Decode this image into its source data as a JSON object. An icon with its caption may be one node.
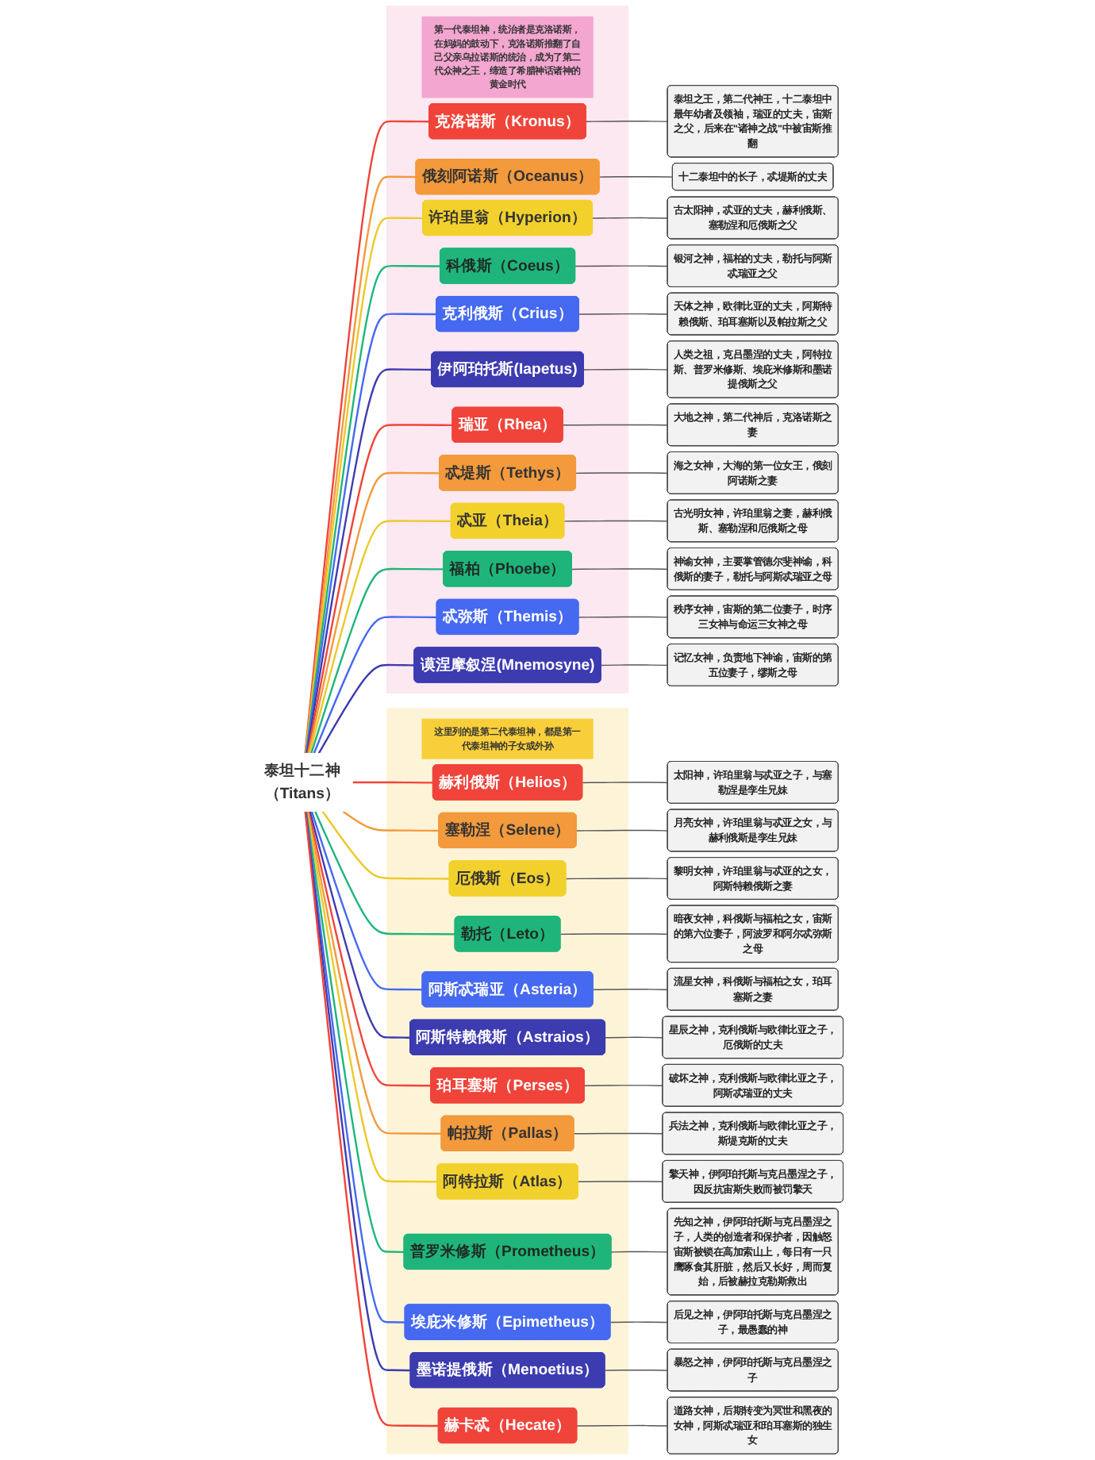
{
  "diagram": {
    "nodes": [
      {
        "text": [
          "泰坦十二神（Titans）"
        ]
      },
      {
        "text": [],
        "shape": "box"
      },
      {
        "text": [
          "第一代泰坦神，统治者是克洛诺斯，在妈妈的鼓动下，克洛诺斯推翻了自己父亲乌拉诺斯的统治，成为了第二代众神之王，缔造了希腊神话诸神的黄金时代"
        ],
        "in": 1
      },
      {
        "text": [
          "克洛诺斯（Kronus）"
        ],
        "in": 1
      },
      {
        "text": [
          "泰坦之王，第二代神王，十二泰坦中最年幼者及领袖，瑞亚的丈夫，宙斯之父，后来在\"诸神之战\"中被宙斯推翻"
        ]
      },
      {
        "text": [
          "俄刻阿诺斯（Oceanus）"
        ],
        "in": 1
      },
      {
        "text": [
          "十二泰坦中的长子，忒堤斯的丈夫"
        ]
      },
      {
        "text": [
          "许珀里翁（Hyperion）"
        ],
        "in": 1
      },
      {
        "text": [
          "古太阳神，忒亚的丈夫，赫利俄斯、塞勒涅和厄俄斯之父"
        ]
      },
      {
        "text": [
          "科俄斯（Coeus）"
        ],
        "in": 1
      },
      {
        "text": [
          "银河之神，福柏的丈夫，勒托与阿斯忒瑞亚之父"
        ]
      },
      {
        "text": [
          "克利俄斯（Crius）"
        ],
        "in": 1
      },
      {
        "text": [
          "天体之神，欧律比亚的丈夫，阿斯特赖俄斯、珀耳塞斯以及帕拉斯之父"
        ]
      },
      {
        "text": [
          "伊阿珀托斯(Iapetus)"
        ],
        "in": 1
      },
      {
        "text": [
          "人类之祖，克吕墨涅的丈夫，阿特拉斯、普罗米修斯、埃庇米修斯和墨诺提俄斯之父"
        ]
      },
      {
        "text": [
          "瑞亚（Rhea）"
        ],
        "in": 1
      },
      {
        "text": [
          "大地之神，第二代神后，克洛诺斯之妻"
        ]
      },
      {
        "text": [
          "忒堤斯（Tethys）"
        ],
        "in": 1
      },
      {
        "text": [
          "海之女神，大海的第一位女王，俄刻阿诺斯之妻"
        ]
      },
      {
        "text": [
          "忒亚（Theia）"
        ],
        "in": 1
      },
      {
        "text": [
          "古光明女神，许珀里翁之妻，赫利俄斯、塞勒涅和厄俄斯之母"
        ]
      },
      {
        "text": [
          "福柏（Phoebe）"
        ],
        "in": 1
      },
      {
        "text": [
          "神谕女神，主要掌管德尔斐神谕，科俄斯的妻子，勒托与阿斯忒瑞亚之母"
        ]
      },
      {
        "text": [
          "忒弥斯（Themis）"
        ],
        "in": 1
      },
      {
        "text": [
          "秩序女神，宙斯的第二位妻子，时序三女神与命运三女神之母"
        ]
      },
      {
        "text": [
          "谟涅摩叙涅(Mnemosyne)"
        ],
        "in": 1
      },
      {
        "text": [
          "记忆女神，负责地下神谕，宙斯的第五位妻子，缪斯之母"
        ]
      },
      {
        "text": [],
        "shape": "box"
      },
      {
        "text": [
          "这里列的是第二代泰坦神，都是第一代泰坦神的子女或外孙"
        ],
        "in": 27
      },
      {
        "text": [
          "赫利俄斯（Helios）"
        ],
        "in": 27
      },
      {
        "text": [
          "太阳神，许珀里翁与忒亚之子，与塞勒涅是孪生兄妹"
        ]
      },
      {
        "text": [
          "塞勒涅（Selene）"
        ],
        "in": 27
      },
      {
        "text": [
          "月亮女神，许珀里翁与忒亚之女，与赫利俄斯是孪生兄妹"
        ]
      },
      {
        "text": [
          "厄俄斯（Eos）"
        ],
        "in": 27
      },
      {
        "text": [
          "黎明女神，许珀里翁与忒亚的之女，阿斯特赖俄斯之妻"
        ]
      },
      {
        "text": [
          "勒托（Leto）"
        ],
        "in": 27
      },
      {
        "text": [
          "暗夜女神，科俄斯与福柏之女，宙斯的第六位妻子，阿波罗和阿尔忒弥斯之母"
        ]
      },
      {
        "text": [
          "阿斯忒瑞亚（Asteria）"
        ],
        "in": 27
      },
      {
        "text": [
          "流星女神，科俄斯与福柏之女，珀耳塞斯之妻"
        ]
      },
      {
        "text": [
          "阿斯特赖俄斯（Astraios）"
        ],
        "in": 27
      },
      {
        "text": [
          "星辰之神，克利俄斯与欧律比亚之子，厄俄斯的丈夫"
        ]
      },
      {
        "text": [
          "珀耳塞斯（Perses）"
        ],
        "in": 27
      },
      {
        "text": [
          "破坏之神，克利俄斯与欧律比亚之子，阿斯忒瑞亚的丈夫"
        ]
      },
      {
        "text": [
          "帕拉斯（Pallas）"
        ],
        "in": 27
      },
      {
        "text": [
          "兵法之神，克利俄斯与欧律比亚之子，斯堤克斯的丈夫"
        ]
      },
      {
        "text": [
          "阿特拉斯（Atlas）"
        ],
        "in": 27
      },
      {
        "text": [
          "擎天神，伊阿珀托斯与克吕墨涅之子，因反抗宙斯失败而被罚擎天"
        ]
      },
      {
        "text": [
          "普罗米修斯（Prometheus）"
        ],
        "in": 27
      },
      {
        "text": [
          "先知之神，伊阿珀托斯与克吕墨涅之子，人类的创造者和保护者，因触怒宙斯被锁在高加索山上，每日有一只鹰啄食其肝脏，然后又长好，周而复始，后被赫拉克勒斯救出"
        ]
      },
      {
        "text": [
          "埃庇米修斯（Epimetheus）"
        ],
        "in": 27
      },
      {
        "text": [
          "后见之神，伊阿珀托斯与克吕墨涅之子，最愚蠢的神"
        ]
      },
      {
        "text": [
          "墨诺提俄斯（Menoetius）"
        ],
        "in": 27
      },
      {
        "text": [
          "暴怒之神，伊阿珀托斯与克吕墨涅之子"
        ]
      },
      {
        "text": [
          "赫卡忒（Hecate）"
        ],
        "in": 27
      },
      {
        "text": [
          "道路女神，后期转变为冥世和黑夜的女神，阿斯忒瑞亚和珀耳塞斯的独生女"
        ]
      }
    ],
    "edges": [
      {
        "from": 0,
        "to": 3,
        "arrow": "none",
        "color": "#f0443a"
      },
      {
        "from": 3,
        "to": 4,
        "arrow": "none"
      },
      {
        "from": 0,
        "to": 5,
        "arrow": "none",
        "color": "#f39a3c"
      },
      {
        "from": 5,
        "to": 6,
        "arrow": "none"
      },
      {
        "from": 0,
        "to": 7,
        "arrow": "none",
        "color": "#ecc92a"
      },
      {
        "from": 7,
        "to": 8,
        "arrow": "none"
      },
      {
        "from": 0,
        "to": 9,
        "arrow": "none",
        "color": "#1fb57a"
      },
      {
        "from": 9,
        "to": 10,
        "arrow": "none"
      },
      {
        "from": 0,
        "to": 11,
        "arrow": "none",
        "color": "#4569f0"
      },
      {
        "from": 11,
        "to": 12,
        "arrow": "none"
      },
      {
        "from": 0,
        "to": 13,
        "arrow": "none",
        "color": "#3d3bb0"
      },
      {
        "from": 13,
        "to": 14,
        "arrow": "none"
      },
      {
        "from": 0,
        "to": 15,
        "arrow": "none",
        "color": "#f0443a"
      },
      {
        "from": 15,
        "to": 16,
        "arrow": "none"
      },
      {
        "from": 0,
        "to": 17,
        "arrow": "none",
        "color": "#f39a3c"
      },
      {
        "from": 17,
        "to": 18,
        "arrow": "none"
      },
      {
        "from": 0,
        "to": 19,
        "arrow": "none",
        "color": "#ecc92a"
      },
      {
        "from": 19,
        "to": 20,
        "arrow": "none"
      },
      {
        "from": 0,
        "to": 21,
        "arrow": "none",
        "color": "#1fb57a"
      },
      {
        "from": 21,
        "to": 22,
        "arrow": "none"
      },
      {
        "from": 0,
        "to": 23,
        "arrow": "none",
        "color": "#4569f0"
      },
      {
        "from": 23,
        "to": 24,
        "arrow": "none"
      },
      {
        "from": 0,
        "to": 25,
        "arrow": "none",
        "color": "#3d3bb0"
      },
      {
        "from": 25,
        "to": 26,
        "arrow": "none"
      },
      {
        "from": 0,
        "to": 29,
        "arrow": "none",
        "color": "#f0443a"
      },
      {
        "from": 29,
        "to": 30,
        "arrow": "none"
      },
      {
        "from": 0,
        "to": 31,
        "arrow": "none",
        "color": "#f39a3c"
      },
      {
        "from": 31,
        "to": 32,
        "arrow": "none"
      },
      {
        "from": 0,
        "to": 33,
        "arrow": "none",
        "color": "#ecc92a"
      },
      {
        "from": 33,
        "to": 34,
        "arrow": "none"
      },
      {
        "from": 0,
        "to": 35,
        "arrow": "none",
        "color": "#1fb57a"
      },
      {
        "from": 35,
        "to": 36,
        "arrow": "none"
      },
      {
        "from": 0,
        "to": 37,
        "arrow": "none",
        "color": "#4569f0"
      },
      {
        "from": 37,
        "to": 38,
        "arrow": "none"
      },
      {
        "from": 0,
        "to": 39,
        "arrow": "none",
        "color": "#3d3bb0"
      },
      {
        "from": 39,
        "to": 40,
        "arrow": "none"
      },
      {
        "from": 0,
        "to": 41,
        "arrow": "none",
        "color": "#f0443a"
      },
      {
        "from": 41,
        "to": 42,
        "arrow": "none"
      },
      {
        "from": 0,
        "to": 43,
        "arrow": "none",
        "color": "#f39a3c"
      },
      {
        "from": 43,
        "to": 44,
        "arrow": "none"
      },
      {
        "from": 0,
        "to": 45,
        "arrow": "none",
        "color": "#ecc92a"
      },
      {
        "from": 45,
        "to": 46,
        "arrow": "none"
      },
      {
        "from": 0,
        "to": 47,
        "arrow": "none",
        "color": "#1fb57a"
      },
      {
        "from": 47,
        "to": 48,
        "arrow": "none"
      },
      {
        "from": 0,
        "to": 49,
        "arrow": "none",
        "color": "#4569f0"
      },
      {
        "from": 49,
        "to": 50,
        "arrow": "none"
      },
      {
        "from": 0,
        "to": 51,
        "arrow": "none",
        "color": "#3d3bb0"
      },
      {
        "from": 51,
        "to": 52,
        "arrow": "none"
      },
      {
        "from": 0,
        "to": 53,
        "arrow": "none",
        "color": "#f0443a"
      },
      {
        "from": 53,
        "to": 54,
        "arrow": "none"
      }
    ]
  }
}
